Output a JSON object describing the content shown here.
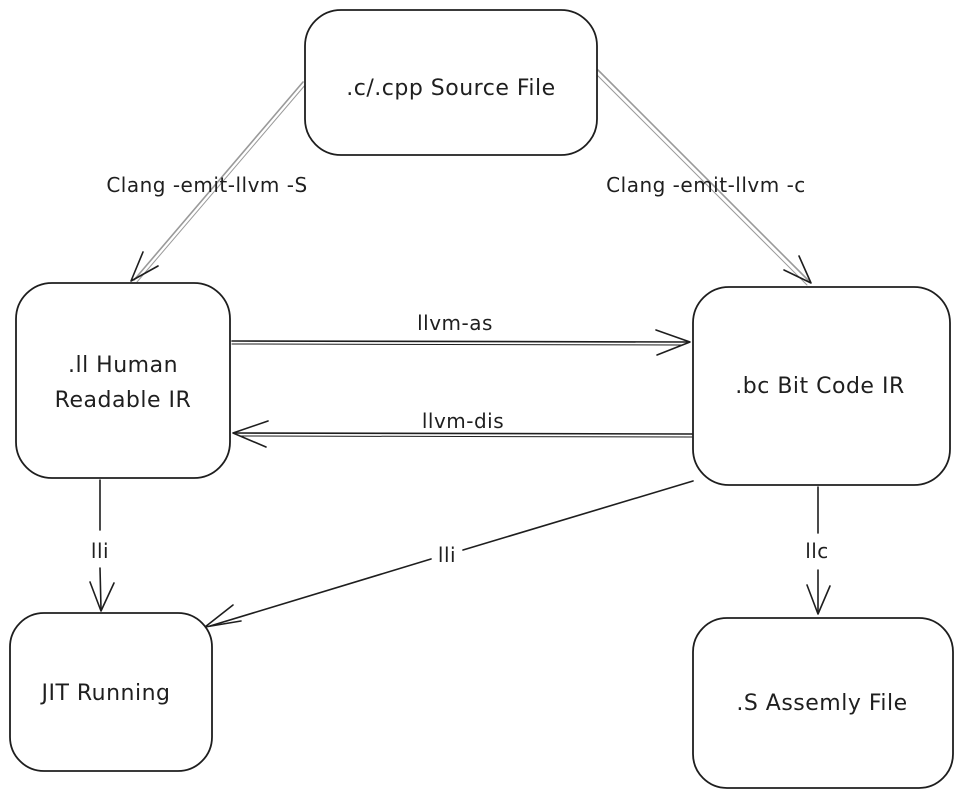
{
  "diagram": {
    "nodes": {
      "source": {
        "label": ".c/.cpp Source File"
      },
      "ll": {
        "label_line1": ".ll Human",
        "label_line2": "Readable IR"
      },
      "bc": {
        "label": ".bc Bit Code IR"
      },
      "jit": {
        "label": "JIT Running"
      },
      "asm": {
        "label": ".S Assemly File"
      }
    },
    "edges": {
      "clang_s": {
        "label": "Clang -emit-llvm -S"
      },
      "clang_c": {
        "label": "Clang -emit-llvm -c"
      },
      "llvm_as": {
        "label": "llvm-as"
      },
      "llvm_dis": {
        "label": "llvm-dis"
      },
      "lli_left": {
        "label": "lli"
      },
      "lli_diag": {
        "label": "lli"
      },
      "llc": {
        "label": "llc"
      }
    },
    "colors": {
      "stroke": "#1e1e1e",
      "text": "#1f1f1f",
      "arrow_gray": "#9a9a9a",
      "background": "#ffffff"
    }
  }
}
